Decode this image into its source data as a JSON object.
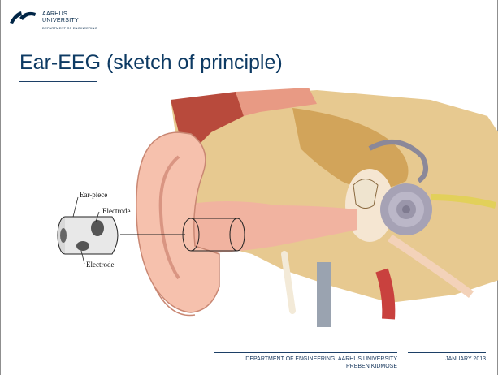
{
  "header": {
    "logo_line1": "AARHUS",
    "logo_line2": "UNIVERSITY",
    "logo_line3": "DEPARTMENT OF ENGINEERING"
  },
  "slide": {
    "title": "Ear-EEG (sketch of principle)"
  },
  "diagram": {
    "label_earpiece": "Ear-piece",
    "label_electrode_top": "Electrode",
    "label_electrode_bottom": "Electrode"
  },
  "footer": {
    "line1": "DEPARTMENT OF ENGINEERING, AARHUS UNIVERSITY",
    "line2": "PREBEN KIDMOSE",
    "date": "JANUARY 2013"
  },
  "colors": {
    "brand_navy": "#0d3a63",
    "rule_navy": "#1c3f66"
  }
}
